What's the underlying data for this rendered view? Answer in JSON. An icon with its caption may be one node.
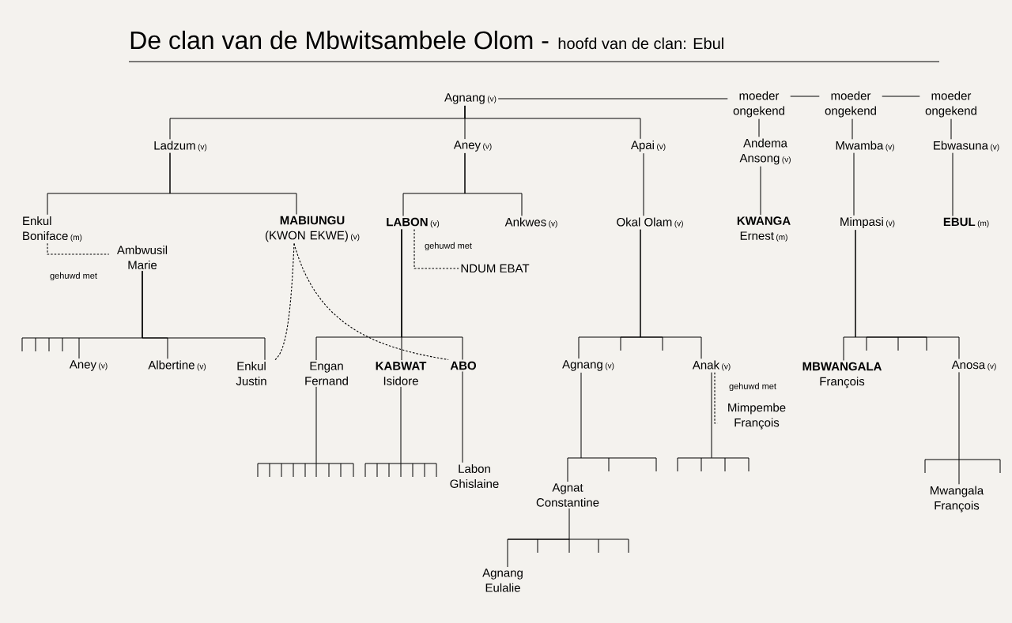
{
  "diagram": {
    "title": "De clan van de Mbwitsambele Olom -",
    "nodes": [
      {
        "text": [
          "Agnang",
          "(v)"
        ]
      },
      {
        "text": [
          "moeder ongekend"
        ]
      },
      {
        "text": [
          "moeder ongekend"
        ]
      },
      {
        "text": [
          "moeder ongekend"
        ]
      },
      {
        "text": [
          "Ladzum",
          "(v)"
        ]
      },
      {
        "text": [
          "Aney",
          "(v)"
        ]
      },
      {
        "text": [
          "Apai",
          "(v)"
        ]
      },
      {
        "text": [
          "Andema Ansong",
          "(v)"
        ]
      },
      {
        "text": [
          "Mwamba",
          "(v)"
        ]
      },
      {
        "text": [
          "Ebwasuna",
          "(v)"
        ]
      },
      {
        "text": [
          "Enkul Boniface",
          "(m)"
        ]
      },
      {
        "text": [
          "Ambwusil Marie"
        ]
      },
      {
        "text": [
          "**MABIUNGU** (KWON EKWE)",
          "(v)"
        ]
      },
      {
        "text": [
          "LABON",
          "(v)"
        ]
      },
      {
        "text": [
          "NDUM EBAT"
        ]
      },
      {
        "text": [
          "Ankwes",
          "(v)"
        ]
      },
      {
        "text": [
          "Okal Olam",
          "(v)"
        ]
      },
      {
        "text": [
          "**KWANGA** Ernest",
          "(m)"
        ]
      },
      {
        "text": [
          "Mimpasi",
          "(v)"
        ]
      },
      {
        "text": [
          "EBUL",
          "(m)"
        ]
      },
      {
        "text": [
          "Aney",
          "(v)"
        ]
      },
      {
        "text": [
          "Albertine",
          "(v)"
        ]
      },
      {
        "text": [
          "Enkul Justin"
        ]
      },
      {
        "text": [
          "Engan Fernand"
        ]
      },
      {
        "text": [
          "**KABWAT** Isidore"
        ]
      },
      {
        "text": [
          "ABO"
        ]
      },
      {
        "text": [
          "Agnang",
          "(v)"
        ]
      },
      {
        "text": [
          "Anak",
          "(v)"
        ]
      },
      {
        "text": [
          "Mimpembe François"
        ]
      },
      {
        "text": [
          "**MBWANGALA** François"
        ]
      },
      {
        "text": [
          "Anosa",
          "(v)"
        ]
      },
      {
        "text": [
          "Labon Ghislaine"
        ]
      },
      {
        "text": [
          "Agnat Constantine"
        ]
      },
      {
        "text": [
          "Mwangala François"
        ]
      },
      {
        "text": [
          "Agnang Eulalie"
        ]
      },
      {
        "text": [],
        "shape": "bar"
      },
      {
        "text": [],
        "shape": "bar"
      },
      {
        "text": [],
        "shape": "bar"
      }
    ],
    "edges": [
      {
        "from": 0,
        "to": 4,
        "arrow": "none"
      },
      {
        "from": 0,
        "to": 5,
        "arrow": "none"
      },
      {
        "from": 0,
        "to": 6,
        "arrow": "none"
      },
      {
        "from": 0,
        "to": 1,
        "arrow": "none"
      },
      {
        "from": 1,
        "to": 2,
        "arrow": "none"
      },
      {
        "from": 2,
        "to": 3,
        "arrow": "none"
      },
      {
        "from": 1,
        "to": 7,
        "arrow": "none"
      },
      {
        "from": 2,
        "to": 8,
        "arrow": "none"
      },
      {
        "from": 3,
        "to": 9,
        "arrow": "none"
      },
      {
        "from": 4,
        "to": 10,
        "arrow": "none"
      },
      {
        "from": 4,
        "to": 12,
        "arrow": "none"
      },
      {
        "from": 10,
        "to": 11,
        "arrow": "none",
        "style": "dashed",
        "label": "gehuwd met"
      },
      {
        "from": 5,
        "to": 13,
        "arrow": "none"
      },
      {
        "from": 5,
        "to": 15,
        "arrow": "none"
      },
      {
        "from": 13,
        "to": 14,
        "arrow": "none",
        "style": "dashed",
        "label": "gehuwd met"
      },
      {
        "from": 6,
        "to": 16,
        "arrow": "none"
      },
      {
        "from": 7,
        "to": 17,
        "arrow": "none"
      },
      {
        "from": 8,
        "to": 18,
        "arrow": "none"
      },
      {
        "from": 9,
        "to": 19,
        "arrow": "none"
      },
      {
        "from": 11,
        "to": 20,
        "arrow": "none"
      },
      {
        "from": 11,
        "to": 21,
        "arrow": "none"
      },
      {
        "from": 11,
        "to": 22,
        "arrow": "none"
      },
      {
        "from": 12,
        "to": 22,
        "arrow": "none",
        "style": "dashed"
      },
      {
        "from": 12,
        "to": 25,
        "arrow": "none",
        "style": "dashed"
      },
      {
        "from": 13,
        "to": 23,
        "arrow": "none"
      },
      {
        "from": 13,
        "to": 24,
        "arrow": "none"
      },
      {
        "from": 13,
        "to": 25,
        "arrow": "none"
      },
      {
        "from": 16,
        "to": 26,
        "arrow": "none"
      },
      {
        "from": 16,
        "to": 27,
        "arrow": "none"
      },
      {
        "from": 27,
        "to": 28,
        "arrow": "none",
        "style": "dashed",
        "label": "gehuwd met"
      },
      {
        "from": 18,
        "to": 29,
        "arrow": "none"
      },
      {
        "from": 18,
        "to": 30,
        "arrow": "none"
      },
      {
        "from": 25,
        "to": 31,
        "arrow": "none"
      },
      {
        "from": 26,
        "to": 32,
        "arrow": "none"
      },
      {
        "from": 30,
        "to": 33,
        "arrow": "none"
      },
      {
        "from": 32,
        "to": 34,
        "arrow": "none"
      },
      {
        "from": 23,
        "to": 35,
        "arrow": "none"
      },
      {
        "from": 24,
        "to": 36,
        "arrow": "none"
      },
      {
        "from": 27,
        "to": 37,
        "arrow": "none"
      }
    ],
    "labels": [
      "hoofd van de clan: Ebul"
    ]
  }
}
